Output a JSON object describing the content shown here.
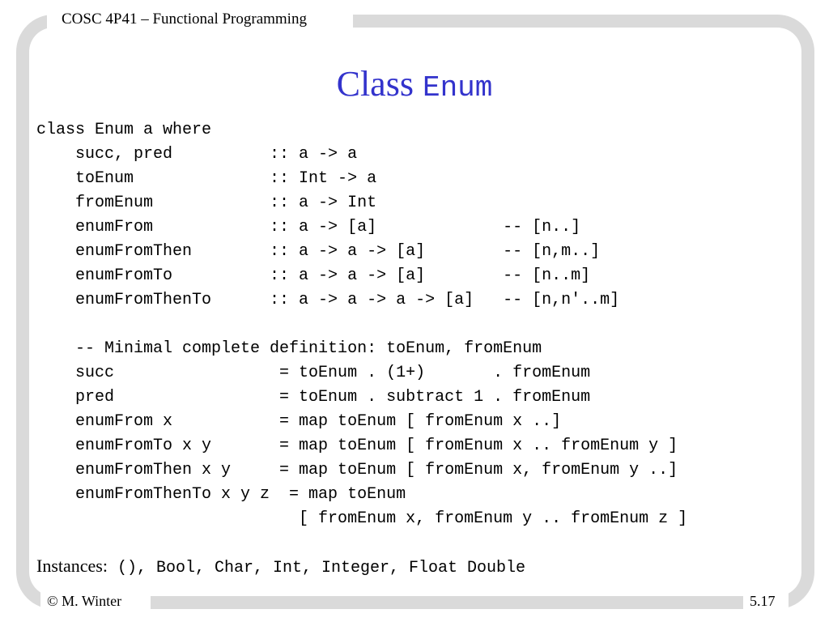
{
  "header": {
    "course_title": "COSC 4P41 – Functional Programming"
  },
  "title": {
    "text": "Class ",
    "code": "Enum"
  },
  "code_lines": [
    "class Enum a where",
    "    succ, pred          :: a -> a",
    "    toEnum              :: Int -> a",
    "    fromEnum            :: a -> Int",
    "    enumFrom            :: a -> [a]             -- [n..]",
    "    enumFromThen        :: a -> a -> [a]        -- [n,m..]",
    "    enumFromTo          :: a -> a -> [a]        -- [n..m]",
    "    enumFromThenTo      :: a -> a -> a -> [a]   -- [n,n'..m]",
    "",
    "    -- Minimal complete definition: toEnum, fromEnum",
    "    succ                 = toEnum . (1+)       . fromEnum",
    "    pred                 = toEnum . subtract 1 . fromEnum",
    "    enumFrom x           = map toEnum [ fromEnum x ..]",
    "    enumFromTo x y       = map toEnum [ fromEnum x .. fromEnum y ]",
    "    enumFromThen x y     = map toEnum [ fromEnum x, fromEnum y ..]",
    "    enumFromThenTo x y z  = map toEnum",
    "                           [ fromEnum x, fromEnum y .. fromEnum z ]"
  ],
  "instances": {
    "label": "Instances:",
    "list": " (), Bool, Char, Int, Integer, Float Double"
  },
  "footer": {
    "author": "© M. Winter",
    "slide_number": "5.17"
  }
}
